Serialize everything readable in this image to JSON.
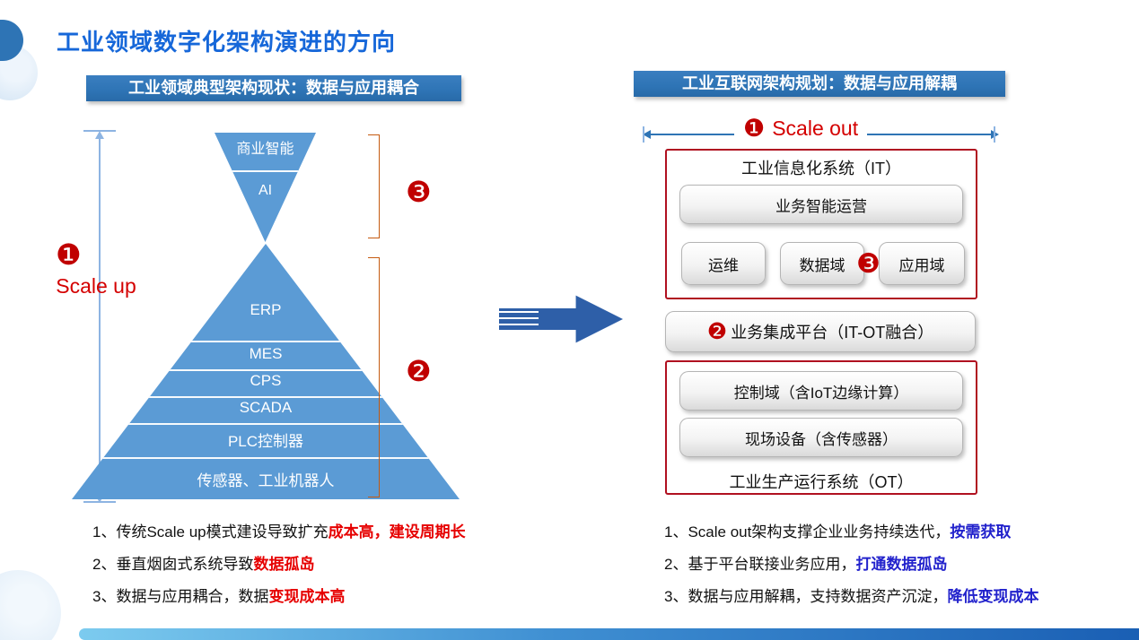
{
  "title": "工业领域数字化架构演进的方向",
  "left_panel": {
    "header": "工业领域典型架构现状：数据与应用耦合",
    "badge_1": "❶",
    "badge_2": "❷",
    "badge_3": "❸",
    "scale_label": "Scale up",
    "funnel_top": [
      "商业智能",
      "AI"
    ],
    "funnel_bottom": [
      "ERP",
      "MES",
      "CPS",
      "SCADA",
      "PLC控制器",
      "传感器、工业机器人"
    ],
    "notes": [
      {
        "text": "1、传统Scale up模式建设导致扩充",
        "highlight": "成本高，建设周期长"
      },
      {
        "text": "2、垂直烟囱式系统导致",
        "highlight": "数据孤岛"
      },
      {
        "text": "3、数据与应用耦合，数据",
        "highlight": "变现成本高"
      }
    ]
  },
  "right_panel": {
    "header": "工业互联网架构规划：数据与应用解耦",
    "badge_1": "❶",
    "badge_2": "❷",
    "badge_3": "❸",
    "scale_label": "Scale out",
    "it_box": {
      "title": "工业信息化系统（IT）",
      "main_button": "业务智能运营",
      "buttons": [
        "运维",
        "数据域",
        "应用域"
      ]
    },
    "integration_button": "业务集成平台（IT-OT融合）",
    "ot_box": {
      "title": "工业生产运行系统（OT）",
      "buttons": [
        "控制域（含IoT边缘计算）",
        "现场设备（含传感器）"
      ]
    },
    "notes": [
      {
        "text": "1、Scale out架构支撑企业业务持续迭代，",
        "highlight": "按需获取"
      },
      {
        "text": "2、基于平台联接业务应用，",
        "highlight": "打通数据孤岛"
      },
      {
        "text": "3、数据与应用解耦，支持数据资产沉淀，",
        "highlight": "降低变现成本"
      }
    ]
  },
  "colors": {
    "accent_blue": "#2e74b5",
    "title_blue": "#1667d9",
    "funnel_blue": "#5b9bd5",
    "badge_red": "#c00000",
    "highlight_red": "#e60000",
    "highlight_blue": "#2222cc",
    "bracket_orange": "#c55a11"
  }
}
